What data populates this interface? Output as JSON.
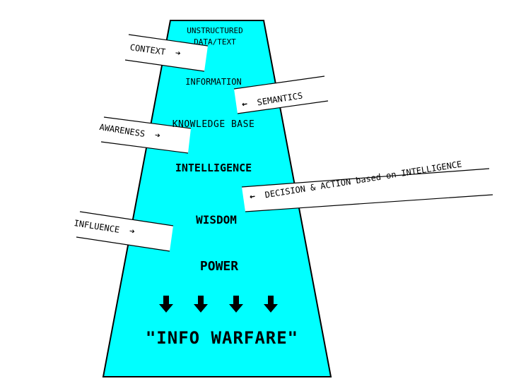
{
  "levels": {
    "unstructured_line1": "UNSTRUCTURED",
    "unstructured_line2": "DATA/TEXT",
    "information": "INFORMATION",
    "knowledge": "KNOWLEDGE BASE",
    "intelligence": "INTELLIGENCE",
    "wisdom": "WISDOM",
    "power": "POWER",
    "warfare": "\"INFO WARFARE\""
  },
  "inputs": {
    "context": "CONTEXT",
    "semantics": "SEMANTICS",
    "awareness": "AWARENESS",
    "decision": "DECISION & ACTION based on INTELLIGENCE",
    "influence": "INFLUENCE"
  },
  "glyphs": {
    "right_arrow": "➔",
    "left_arrow": "🡐",
    "down_arrow": "🡇"
  },
  "colors": {
    "funnel_fill": "#00ffff",
    "outline": "#000000",
    "background": "#ffffff"
  }
}
